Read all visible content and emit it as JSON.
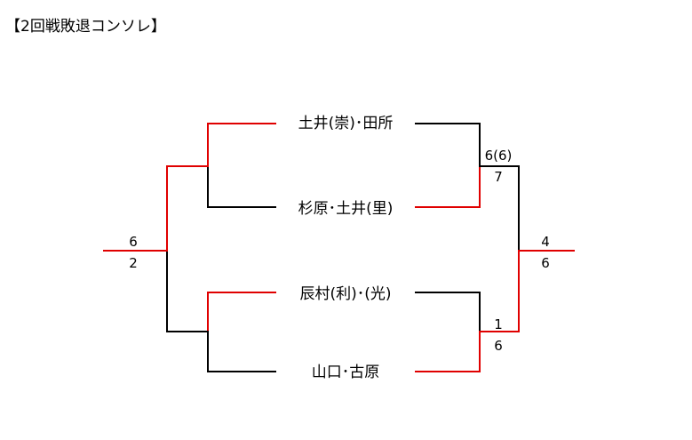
{
  "title": "【2回戦敗退コンソレ】",
  "colors": {
    "winner_line": "#e00000",
    "loser_line": "#000000"
  },
  "pairs": [
    {
      "name": "土井(崇)･田所"
    },
    {
      "name": "杉原･土井(里)"
    },
    {
      "name": "辰村(利)･(光)"
    },
    {
      "name": "山口･古原"
    }
  ],
  "semifinal_top": {
    "upper": "6(6)",
    "lower": "7",
    "winner": "杉原･土井(里)"
  },
  "semifinal_bottom": {
    "upper": "1",
    "lower": "6",
    "winner": "山口･古原"
  },
  "final_right": {
    "upper": "4",
    "lower": "6"
  },
  "left_side": {
    "upper": "6",
    "lower": "2"
  }
}
